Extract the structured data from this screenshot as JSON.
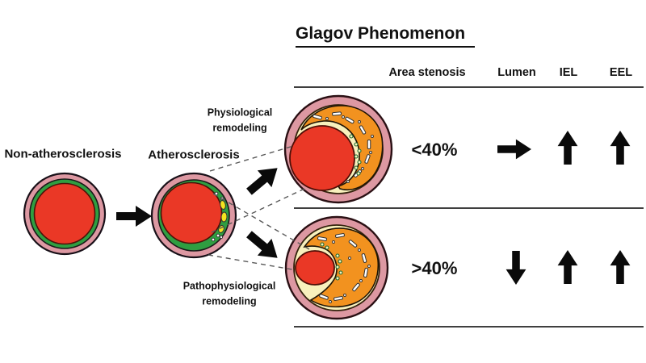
{
  "title": "Glagov Phenomenon",
  "flow": {
    "non_athero_label": "Non-atherosclerosis",
    "athero_label": "Atherosclerosis",
    "physiological_label": "Physiological\nremodeling",
    "pathophysiological_label": "Pathophysiological\nremodeling"
  },
  "table": {
    "headers": [
      "Area stenosis",
      "Lumen",
      "IEL",
      "EEL"
    ],
    "rows": [
      {
        "area_stenosis": "<40%",
        "lumen": "right",
        "iel": "up",
        "eel": "up"
      },
      {
        "area_stenosis": ">40%",
        "lumen": "down",
        "iel": "up",
        "eel": "up"
      }
    ]
  },
  "icons": {
    "flow_arrow_right": "black block arrow right",
    "flow_arrow_up_right": "black block arrow up-right",
    "flow_arrow_down_right": "black block arrow down-right",
    "table_arrow_right": "black block arrow right",
    "table_arrow_up": "black block arrow up",
    "table_arrow_down": "black block arrow down"
  },
  "colors": {
    "ring_pink": "#dd98a2",
    "plaque_green": "#2f9e41",
    "lumen_red": "#ea3826",
    "plaque_orange": "#f2921f",
    "intima_cream": "#f8f1bd",
    "lipid_yellow": "#f4e41f",
    "arrow_black": "#0a0a0a",
    "line_gray": "#3f3f3f",
    "dash_gray": "#5a5a5a"
  }
}
